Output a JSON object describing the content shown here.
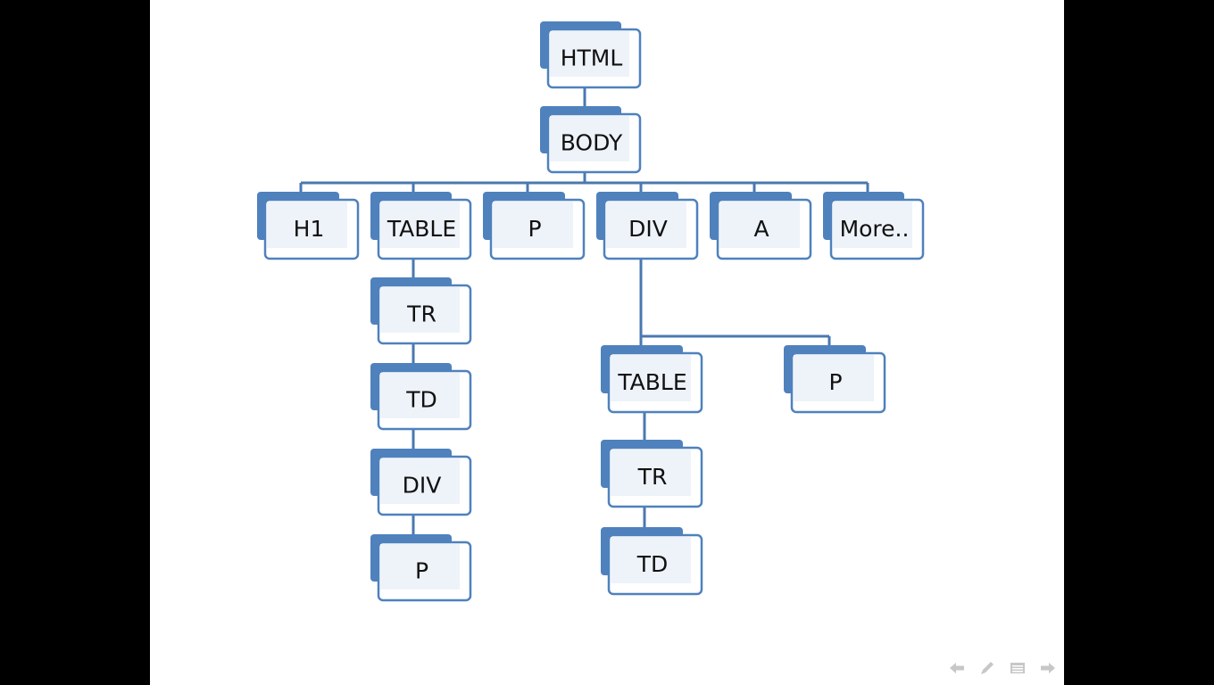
{
  "diagram": {
    "colors": {
      "node_back": "#4f81bd",
      "node_front_border": "#4f81bd",
      "node_front_fill": "#eef3fa",
      "connector": "#4a78b0",
      "text": "#111111"
    },
    "nodes": [
      {
        "id": "html",
        "label": "HTML",
        "parent": null
      },
      {
        "id": "body",
        "label": "BODY",
        "parent": "html"
      },
      {
        "id": "h1",
        "label": "H1",
        "parent": "body"
      },
      {
        "id": "table1",
        "label": "TABLE",
        "parent": "body"
      },
      {
        "id": "p1",
        "label": "P",
        "parent": "body"
      },
      {
        "id": "div1",
        "label": "DIV",
        "parent": "body"
      },
      {
        "id": "a1",
        "label": "A",
        "parent": "body"
      },
      {
        "id": "more",
        "label": "More..",
        "parent": "body"
      },
      {
        "id": "tr1",
        "label": "TR",
        "parent": "table1"
      },
      {
        "id": "td1",
        "label": "TD",
        "parent": "tr1"
      },
      {
        "id": "div2",
        "label": "DIV",
        "parent": "td1"
      },
      {
        "id": "p2",
        "label": "P",
        "parent": "div2"
      },
      {
        "id": "table2",
        "label": "TABLE",
        "parent": "div1"
      },
      {
        "id": "p3",
        "label": "P",
        "parent": "div1"
      },
      {
        "id": "tr2",
        "label": "TR",
        "parent": "table2"
      },
      {
        "id": "td2",
        "label": "TD",
        "parent": "tr2"
      }
    ]
  },
  "controls": {
    "icons": [
      "arrow-left-icon",
      "pen-icon",
      "menu-icon",
      "arrow-right-icon"
    ],
    "color": "#9a9a9a"
  }
}
